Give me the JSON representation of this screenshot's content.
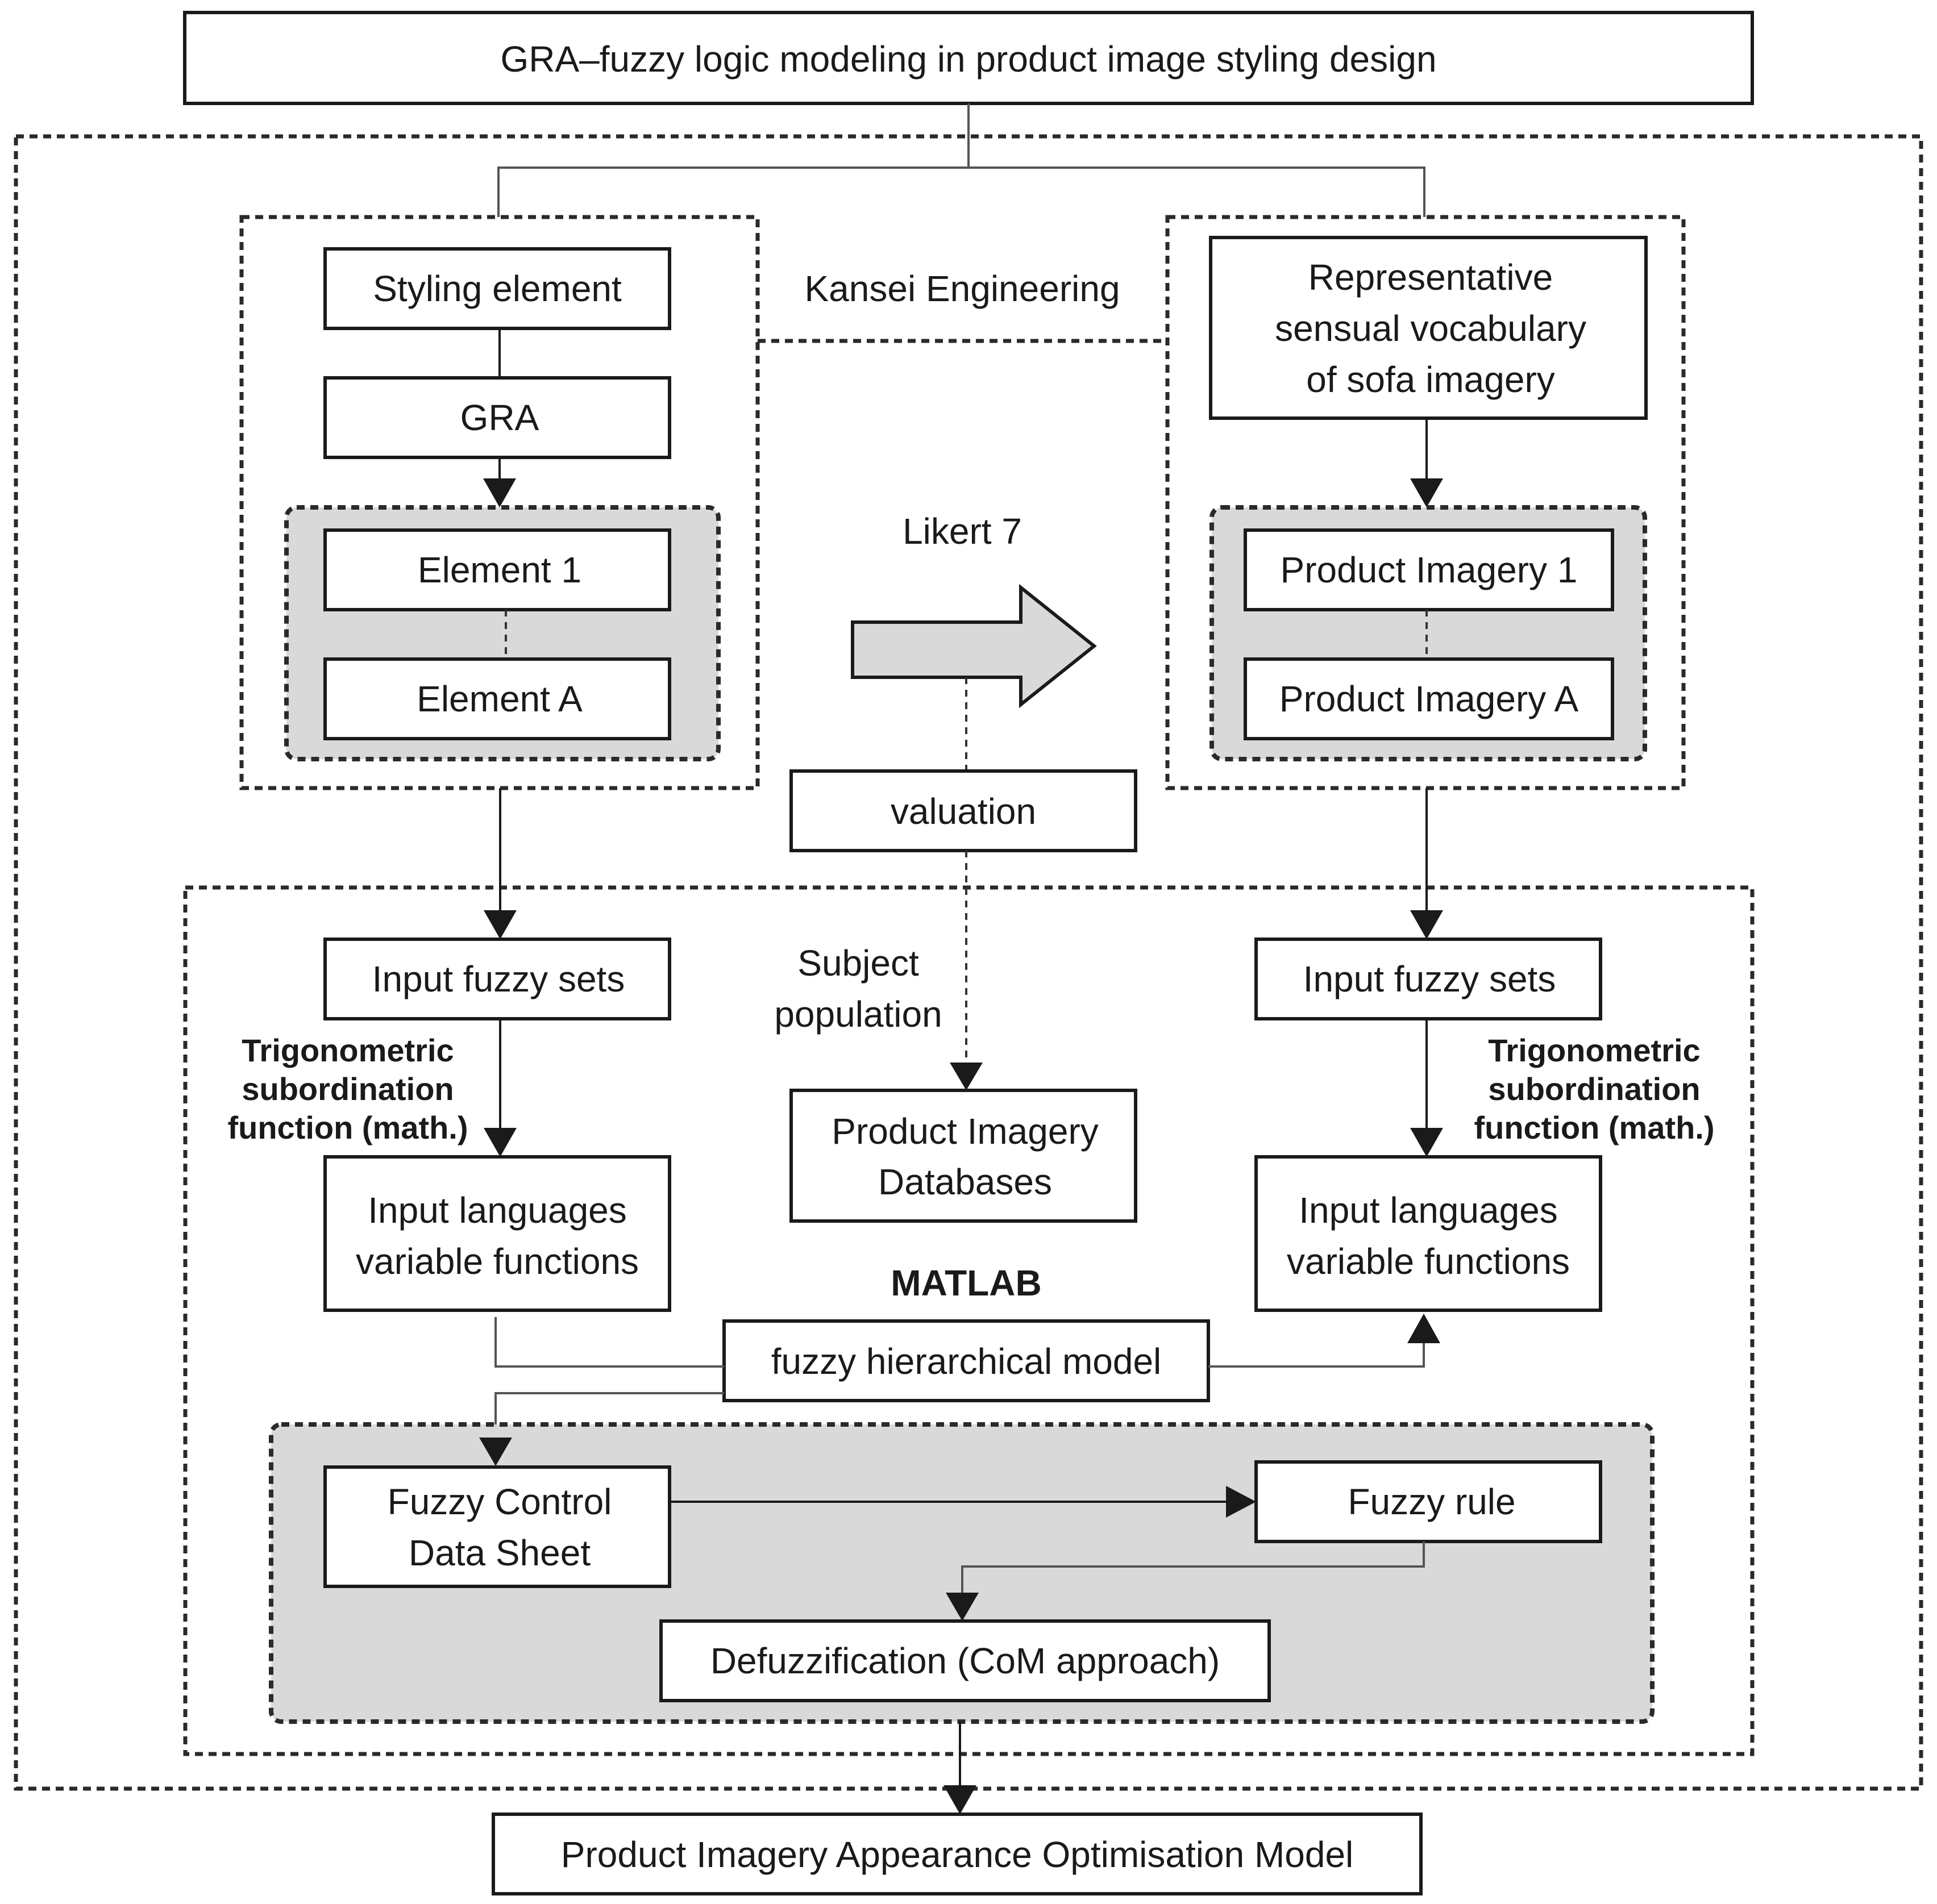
{
  "title": "GRA–fuzzy logic modeling in product image styling design",
  "left_group": {
    "styling_element": "Styling element",
    "gra": "GRA",
    "element_1": "Element 1",
    "element_a": "Element A"
  },
  "kansei_label": "Kansei Engineering",
  "right_group": {
    "vocabulary_line1": "Representative",
    "vocabulary_line2": "sensual vocabulary",
    "vocabulary_line3": "of sofa imagery",
    "imagery_1": "Product Imagery 1",
    "imagery_a": "Product Imagery A"
  },
  "likert_label": "Likert 7",
  "valuation": "valuation",
  "subject_population_line1": "Subject",
  "subject_population_line2": "population",
  "database_line1": "Product Imagery",
  "database_line2": "Databases",
  "left_input_fuzzy_sets": "Input fuzzy sets",
  "right_input_fuzzy_sets": "Input fuzzy sets",
  "trig_left": [
    "Trigonometric",
    "subordination",
    "function (math.)"
  ],
  "trig_right": [
    "Trigonometric",
    "subordination",
    "function (math.)"
  ],
  "left_lang_line1": "Input languages",
  "left_lang_line2": "variable functions",
  "right_lang_line1": "Input languages",
  "right_lang_line2": "variable functions",
  "matlab": "MATLAB",
  "fuzzy_hierarchical_model": "fuzzy hierarchical model",
  "fuzzy_control_line1": "Fuzzy Control",
  "fuzzy_control_line2": "Data Sheet",
  "fuzzy_rule": "Fuzzy rule",
  "defuzzification": "Defuzzification (CoM approach)",
  "output": "Product Imagery Appearance Optimisation Model"
}
